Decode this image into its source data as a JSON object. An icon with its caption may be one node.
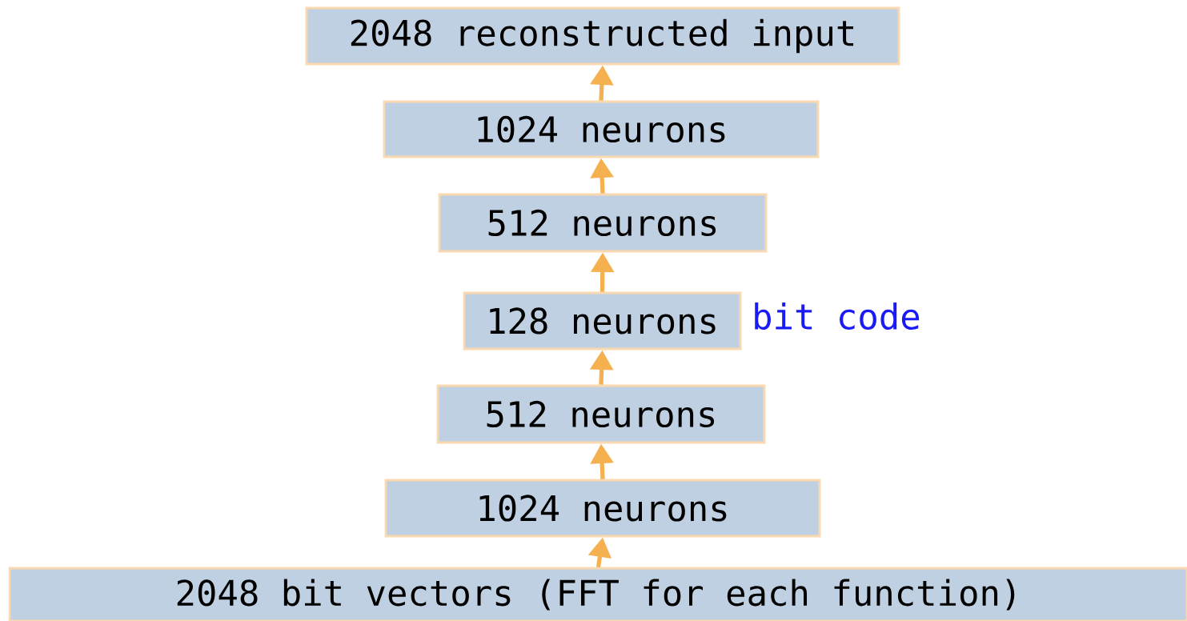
{
  "diagram": {
    "nodes": [
      {
        "text": [
          "2048 reconstructed input"
        ]
      },
      {
        "text": [
          "1024 neurons"
        ]
      },
      {
        "text": [
          "512 neurons"
        ]
      },
      {
        "text": [
          "128 neurons"
        ],
        "beside": [
          "bit code"
        ]
      },
      {
        "text": [
          "512 neurons"
        ]
      },
      {
        "text": [
          "1024 neurons"
        ]
      },
      {
        "text": [
          "2048 bit vectors (FFT for each function)"
        ]
      }
    ],
    "edges": [
      {
        "from": 6,
        "to": 5,
        "arrow": "to"
      },
      {
        "from": 5,
        "to": 4,
        "arrow": "to"
      },
      {
        "from": 4,
        "to": 3,
        "arrow": "to"
      },
      {
        "from": 3,
        "to": 2,
        "arrow": "to"
      },
      {
        "from": 2,
        "to": 1,
        "arrow": "to"
      },
      {
        "from": 1,
        "to": 0,
        "arrow": "to"
      }
    ]
  }
}
